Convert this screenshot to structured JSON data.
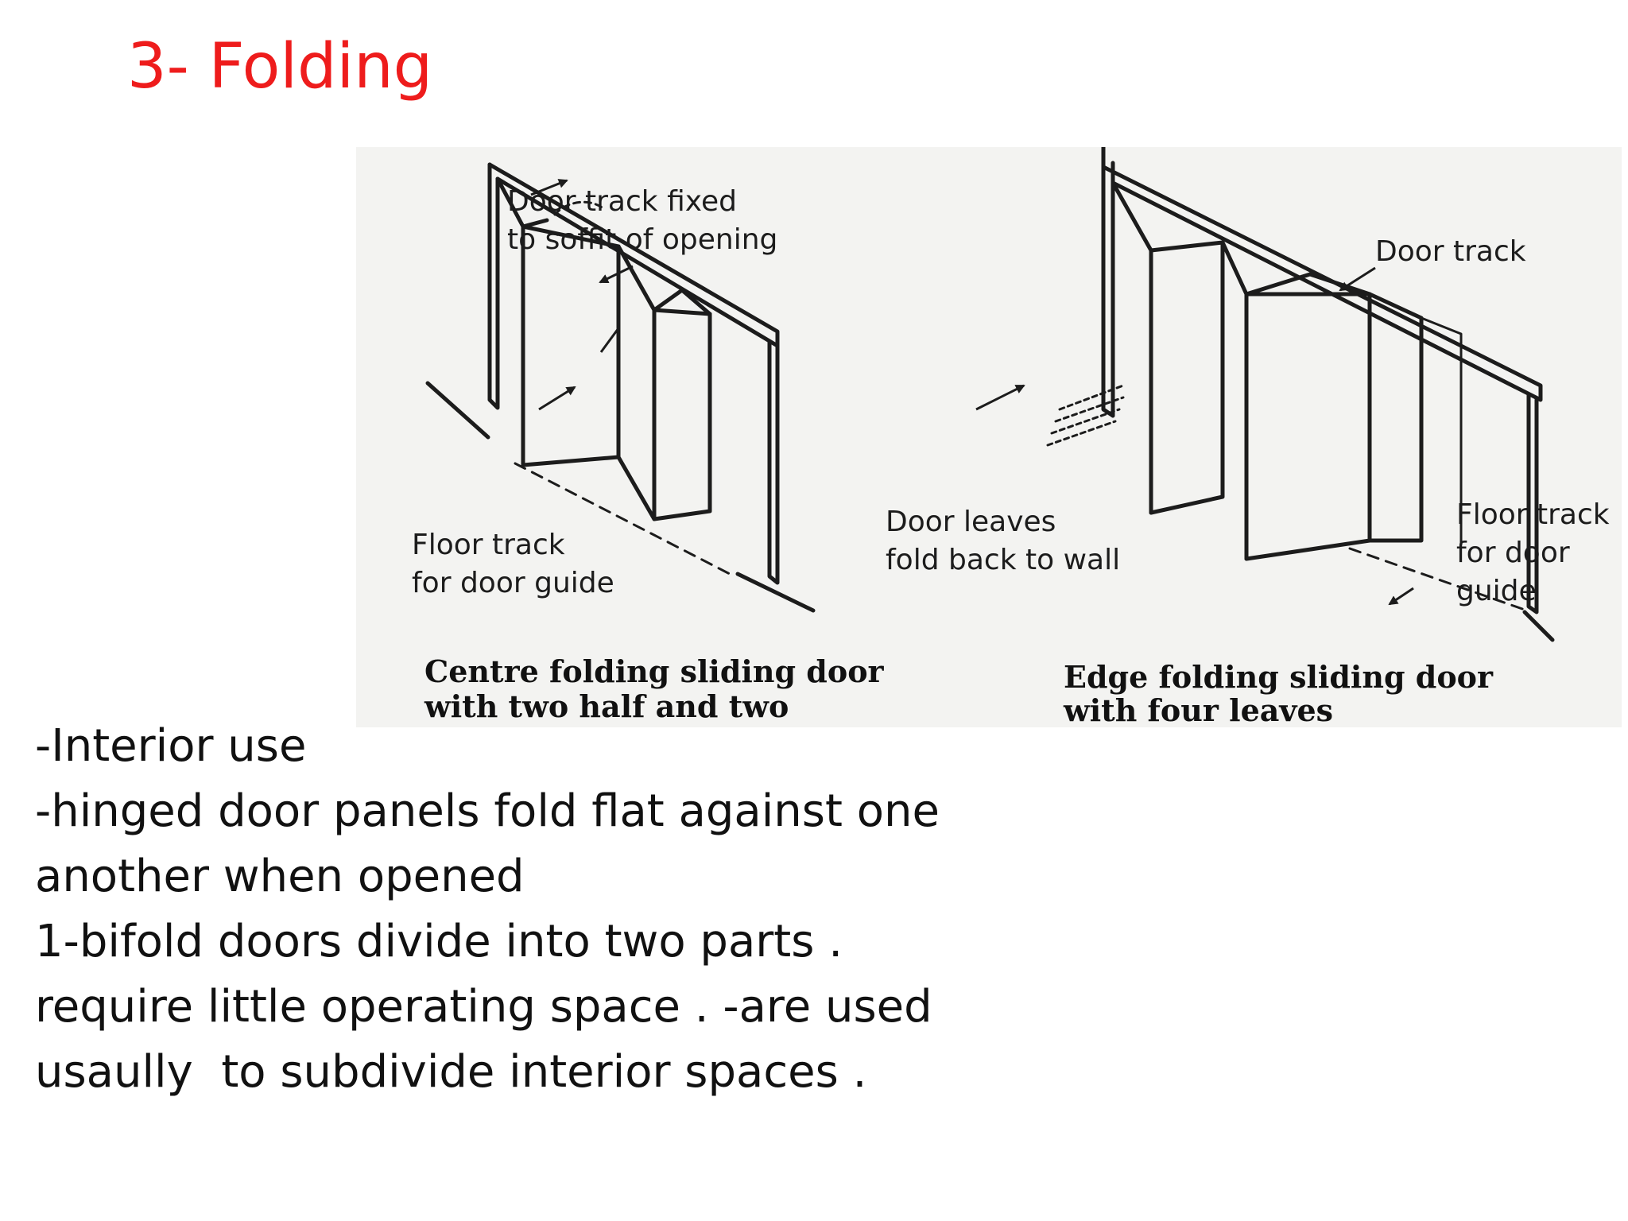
{
  "slide": {
    "title": "3- Folding",
    "title_color": "#ee1c1c"
  },
  "figure": {
    "left": {
      "label_track_1": "Door track fixed",
      "label_track_2": "to soffit of opening",
      "label_floor_1": "Floor track",
      "label_floor_2": "for door guide",
      "caption_1": "Centre folding sliding door",
      "caption_2": "with two half and two"
    },
    "right": {
      "label_track": "Door track",
      "label_leaves_1": "Door leaves",
      "label_leaves_2": "fold back to wall",
      "label_floor_1": "Floor track",
      "label_floor_2": "for door",
      "label_floor_3": "guide",
      "caption_1": "Edge folding sliding door",
      "caption_2": "with four leaves"
    }
  },
  "body": {
    "lines": [
      "-Interior use",
      "-hinged door panels fold flat against one",
      "another when opened",
      "1-bifold doors divide into two parts .",
      "require little operating space . -are used",
      "usaully  to subdivide interior spaces ."
    ]
  }
}
